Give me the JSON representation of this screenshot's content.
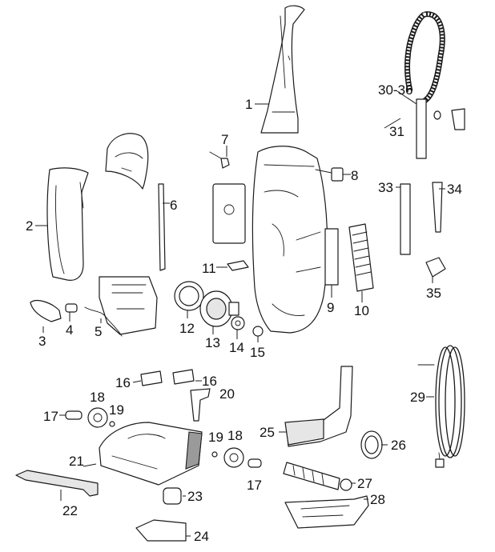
{
  "callouts": [
    {
      "id": "l1",
      "text": "1"
    },
    {
      "id": "l2",
      "text": "2"
    },
    {
      "id": "l3",
      "text": "3"
    },
    {
      "id": "l4",
      "text": "4"
    },
    {
      "id": "l5",
      "text": "5"
    },
    {
      "id": "l6",
      "text": "6"
    },
    {
      "id": "l7",
      "text": "7"
    },
    {
      "id": "l8",
      "text": "8"
    },
    {
      "id": "l9",
      "text": "9"
    },
    {
      "id": "l10",
      "text": "10"
    },
    {
      "id": "l11",
      "text": "11"
    },
    {
      "id": "l12",
      "text": "12"
    },
    {
      "id": "l13",
      "text": "13"
    },
    {
      "id": "l14",
      "text": "14"
    },
    {
      "id": "l15",
      "text": "15"
    },
    {
      "id": "l16a",
      "text": "16"
    },
    {
      "id": "l16b",
      "text": "16"
    },
    {
      "id": "l17a",
      "text": "17"
    },
    {
      "id": "l17b",
      "text": "17"
    },
    {
      "id": "l18a",
      "text": "18"
    },
    {
      "id": "l18b",
      "text": "18"
    },
    {
      "id": "l19a",
      "text": "19"
    },
    {
      "id": "l19b",
      "text": "19"
    },
    {
      "id": "l20",
      "text": "20"
    },
    {
      "id": "l21",
      "text": "21"
    },
    {
      "id": "l22",
      "text": "22"
    },
    {
      "id": "l23",
      "text": "23"
    },
    {
      "id": "l24",
      "text": "24"
    },
    {
      "id": "l25",
      "text": "25"
    },
    {
      "id": "l26",
      "text": "26"
    },
    {
      "id": "l27",
      "text": "27"
    },
    {
      "id": "l28",
      "text": "28"
    },
    {
      "id": "l29",
      "text": "29"
    },
    {
      "id": "l30",
      "text": "30-36"
    },
    {
      "id": "l31",
      "text": "31"
    },
    {
      "id": "l33",
      "text": "33"
    },
    {
      "id": "l34",
      "text": "34"
    },
    {
      "id": "l35",
      "text": "35"
    }
  ]
}
